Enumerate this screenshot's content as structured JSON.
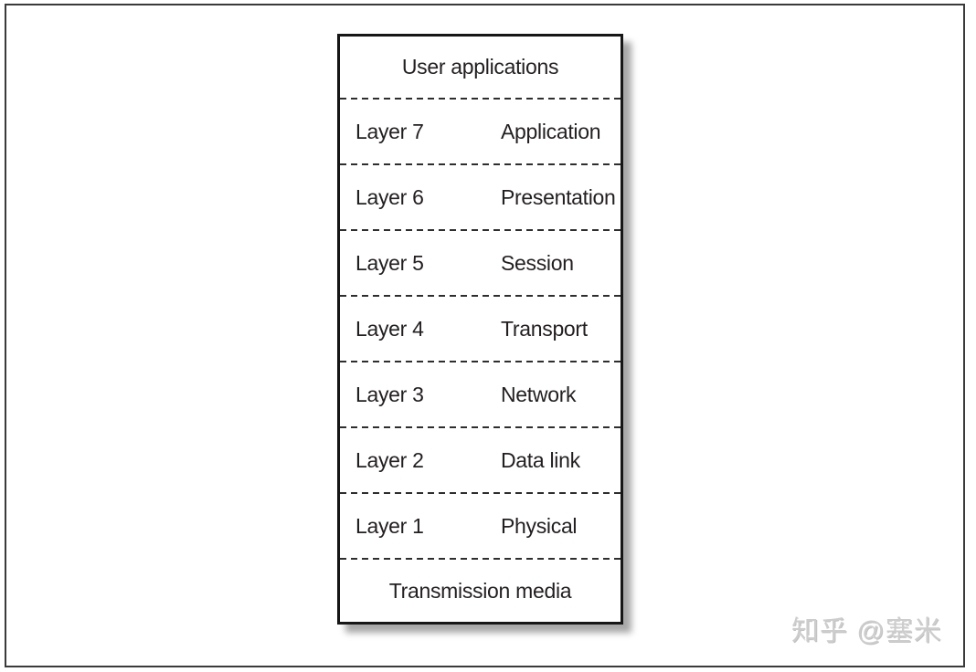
{
  "diagram": {
    "top_label": "User applications",
    "bottom_label": "Transmission media",
    "layers": [
      {
        "layer": "Layer 7",
        "name": "Application"
      },
      {
        "layer": "Layer 6",
        "name": "Presentation"
      },
      {
        "layer": "Layer 5",
        "name": "Session"
      },
      {
        "layer": "Layer 4",
        "name": "Transport"
      },
      {
        "layer": "Layer 3",
        "name": "Network"
      },
      {
        "layer": "Layer 2",
        "name": "Data link"
      },
      {
        "layer": "Layer 1",
        "name": "Physical"
      }
    ]
  },
  "watermark": {
    "text": "知乎 @塞米"
  },
  "colors": {
    "ink": "#231f20",
    "box_border": "#161616",
    "outer_frame_border": "#3a3a3a",
    "dash": "#2e2e2e",
    "watermark": "#cdcdcd"
  }
}
